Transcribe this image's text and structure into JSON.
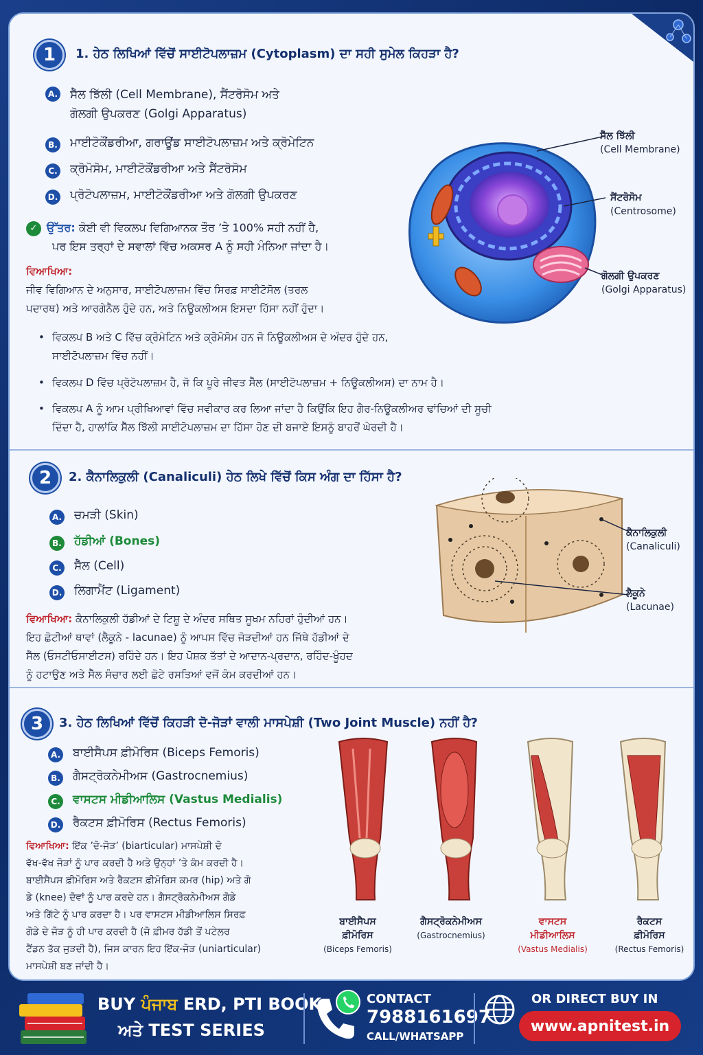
{
  "q1": {
    "num": "1",
    "title": "1. ਹੇਠ ਲਿਖਿਆਂ ਵਿੱਚੋਂ ਸਾਈਟੋਪਲਾਜ਼ਮ (Cytoplasm) ਦਾ ਸਹੀ ਸੁਮੇਲ ਕਿਹੜਾ ਹੈ?",
    "options": [
      {
        "letter": "A.",
        "text1": "ਸੈੱਲ ਝਿੱਲੀ (Cell Membrane), ਸੈਂਟਰੋਸੋਮ ਅਤੇ",
        "text2": "ਗੋਲਗੀ ਉਪਕਰਣ (Golgi Apparatus)"
      },
      {
        "letter": "B.",
        "text1": "ਮਾਈਟੋਕੌਂਡਰੀਆ, ਗਰਾਊਂਡ ਸਾਈਟੋਪਲਾਜ਼ਮ ਅਤੇ ਕ੍ਰੋਮੇਟਿਨ"
      },
      {
        "letter": "C.",
        "text1": "ਕ੍ਰੋਮੋਸੋਮ, ਮਾਈਟੋਕੌਂਡਰੀਆ ਅਤੇ ਸੈਂਟਰੋਸੋਮ"
      },
      {
        "letter": "D.",
        "text1": "ਪ੍ਰੋਟੋਪਲਾਜ਼ਮ, ਮਾਈਟੋਕੌਂਡਰੀਆ ਅਤੇ ਗੋਲਗੀ ਉਪਕਰਣ"
      }
    ],
    "answer_label": "ਉੱਤਰ:",
    "answer_line1": " ਕੋਈ ਵੀ ਵਿਕਲਪ ਵਿਗਿਆਨਕ ਤੌਰ ’ਤੇ 100% ਸਹੀ ਨਹੀਂ ਹੈ,",
    "answer_line2": "ਪਰ ਇਸ ਤਰ੍ਹਾਂ ਦੇ ਸਵਾਲਾਂ ਵਿੱਚ ਅਕਸਰ A ਨੂੰ ਸਹੀ ਮੰਨਿਆ ਜਾਂਦਾ ਹੈ।",
    "explain_head": "ਵਿਆਖਿਆ:",
    "explain_line1": "ਜੀਵ ਵਿਗਿਆਨ ਦੇ ਅਨੁਸਾਰ, ਸਾਈਟੋਪਲਾਜ਼ਮ ਵਿੱਚ ਸਿਰਫ਼ ਸਾਈਟੋਸੋਲ (ਤਰਲ",
    "explain_line2": "ਪਦਾਰਥ) ਅਤੇ ਆਰਗੇਨੈਲ ਹੁੰਦੇ ਹਨ, ਅਤੇ ਨਿਊਕਲੀਅਸ ਇਸਦਾ ਹਿੱਸਾ ਨਹੀਂ ਹੁੰਦਾ।",
    "bullets": [
      {
        "l1": "ਵਿਕਲਪ B ਅਤੇ C ਵਿੱਚ ਕ੍ਰੋਮੇਟਿਨ ਅਤੇ ਕ੍ਰੋਮੋਸੋਮ ਹਨ ਜੋ ਨਿਊਕਲੀਅਸ ਦੇ ਅੰਦਰ ਹੁੰਦੇ ਹਨ,",
        "l2": "ਸਾਈਟੋਪਲਾਜ਼ਮ ਵਿੱਚ ਨਹੀਂ।"
      },
      {
        "l1": "ਵਿਕਲਪ D ਵਿੱਚ ਪ੍ਰੋਟੋਪਲਾਜ਼ਮ ਹੈ, ਜੋ ਕਿ ਪੂਰੇ ਜੀਵਤ ਸੈੱਲ (ਸਾਈਟੋਪਲਾਜ਼ਮ + ਨਿਊਕਲੀਅਸ) ਦਾ ਨਾਮ ਹੈ।",
        "l2": ""
      },
      {
        "l1": "ਵਿਕਲਪ A ਨੂੰ ਆਮ ਪ੍ਰੀਖਿਆਵਾਂ ਵਿੱਚ ਸਵੀਕਾਰ ਕਰ ਲਿਆ ਜਾਂਦਾ ਹੈ ਕਿਉਂਕਿ ਇਹ ਗੈਰ-ਨਿਊਕਲੀਅਰ ਢਾਂਚਿਆਂ ਦੀ ਸੂਚੀ",
        "l2": "ਦਿੰਦਾ ਹੈ, ਹਾਲਾਂਕਿ ਸੈੱਲ ਝਿੱਲੀ ਸਾਈਟੋਪਲਾਜ਼ਮ ਦਾ ਹਿੱਸਾ ਹੋਣ ਦੀ ਬਜਾਏ ਇਸਨੂੰ ਬਾਹਰੋਂ ਘੇਰਦੀ ਹੈ।"
      }
    ],
    "labels": [
      {
        "pa": "ਸੈੱਲ ਝਿੱਲੀ",
        "en": "(Cell Membrane)"
      },
      {
        "pa": "ਸੈਂਟਰੋਸੋਮ",
        "en": "(Centrosome)"
      },
      {
        "pa": "ਗੋਲਗੀ ਉਪਕਰਣ",
        "en": "(Golgi Apparatus)"
      }
    ]
  },
  "q2": {
    "num": "2",
    "title": "2. ਕੈਨਾਲਿਕੁਲੀ (Canaliculi) ਹੇਠ ਲਿਖੇ ਵਿੱਚੋਂ ਕਿਸ ਅੰਗ ਦਾ ਹਿੱਸਾ ਹੈ?",
    "options": [
      {
        "letter": "A.",
        "text": "ਚਮੜੀ (Skin)"
      },
      {
        "letter": "B.",
        "text": "ਹੱਡੀਆਂ (Bones)"
      },
      {
        "letter": "C.",
        "text": "ਸੈੱਲ (Cell)"
      },
      {
        "letter": "D.",
        "text": "ਲਿਗਾਮੈਂਟ (Ligament)"
      }
    ],
    "explain_head": "ਵਿਆਖਿਆ:",
    "explain_line1": " ਕੈਨਾਲਿਕੁਲੀ ਹੱਡੀਆਂ ਦੇ ਟਿਸ਼ੂ ਦੇ ਅੰਦਰ ਸਥਿਤ ਸੂਖਮ ਨਹਿਰਾਂ ਹੁੰਦੀਆਂ ਹਨ।",
    "explain_line2": "ਇਹ ਛੋਟੀਆਂ ਥਾਵਾਂ (ਲੈਕੂਨੇ - lacunae) ਨੂੰ ਆਪਸ ਵਿੱਚ ਜੋੜਦੀਆਂ ਹਨ ਜਿੱਥੇ ਹੱਡੀਆਂ ਦੇ",
    "explain_line3": "ਸੈੱਲ (ਓਸਟੀਓਸਾਈਟਸ) ਰਹਿੰਦੇ ਹਨ। ਇਹ ਪੋਸ਼ਕ ਤੱਤਾਂ ਦੇ ਆਦਾਨ-ਪ੍ਰਦਾਨ, ਰਹਿੰਦ-ਖੂੰਹਦ",
    "explain_line4": "ਨੂੰ ਹਟਾਉਣ ਅਤੇ ਸੈੱਲ ਸੰਚਾਰ ਲਈ ਛੋਟੇ ਰਸਤਿਆਂ ਵਜੋਂ ਕੰਮ ਕਰਦੀਆਂ ਹਨ।",
    "labels": [
      {
        "pa": "ਕੈਨਾਲਿਕੁਲੀ",
        "en": "(Canaliculi)"
      },
      {
        "pa": "ਲੈਕੂਨੇ",
        "en": "(Lacunae)"
      }
    ]
  },
  "q3": {
    "num": "3",
    "title": "3. ਹੇਠ ਲਿਖਿਆਂ ਵਿੱਚੋਂ ਕਿਹੜੀ ਦੋ-ਜੋੜਾਂ ਵਾਲੀ ਮਾਸਪੇਸ਼ੀ (Two Joint Muscle) ਨਹੀਂ ਹੈ?",
    "options": [
      {
        "letter": "A.",
        "text": "ਬਾਈਸੈਪਸ ਫ਼ੀਮੋਰਿਸ (Biceps Femoris)"
      },
      {
        "letter": "B.",
        "text": "ਗੈਸਟ੍ਰੋਕਨੇਮੀਅਸ (Gastrocnemius)"
      },
      {
        "letter": "C.",
        "text": "ਵਾਸਟਸ ਮੀਡੀਆਲਿਸ (Vastus Medialis)"
      },
      {
        "letter": "D.",
        "text": "ਰੈਕਟਸ ਫ਼ੀਮੋਰਿਸ (Rectus Femoris)"
      }
    ],
    "explain_head": "ਵਿਆਖਿਆ:",
    "explain_lines": [
      " ਇੱਕ ’ਦੋ-ਜੋੜ’ (biarticular) ਮਾਸਪੇਸ਼ੀ ਦੋ",
      "ਵੱਖ-ਵੱਖ ਜੋੜਾਂ ਨੂੰ ਪਾਰ ਕਰਦੀ ਹੈ ਅਤੇ ਉਨ੍ਹਾਂ ’ਤੇ ਕੰਮ ਕਰਦੀ ਹੈ।",
      "ਬਾਈਸੈਪਸ ਫ਼ੀਮੋਰਿਸ ਅਤੇ ਰੈਕਟਸ ਫ਼ੀਮੋਰਿਸ ਕਮਰ (hip) ਅਤੇ ਗੋ",
      "ਡੇ (knee) ਦੋਵਾਂ ਨੂੰ ਪਾਰ ਕਰਦੇ ਹਨ। ਗੈਸਟ੍ਰੋਕਨੇਮੀਅਸ ਗੋਡੇ",
      "ਅਤੇ ਗਿੱਟੇ ਨੂੰ ਪਾਰ ਕਰਦਾ ਹੈ। ਪਰ ਵਾਸਟਸ ਮੀਡੀਆਲਿਸ ਸਿਰਫ਼",
      "ਗੋਡੇ ਦੇ ਜੋੜ ਨੂੰ ਹੀ ਪਾਰ ਕਰਦੀ ਹੈ (ਜੋ ਫ਼ੀਮਰ ਹੱਡੀ ਤੋਂ ਪਟੇਲਰ",
      "ਟੈਂਡਨ ਤੱਕ ਜੁੜਦੀ ਹੈ), ਜਿਸ ਕਾਰਨ ਇਹ ਇੱਕ-ਜੋੜ (uniarticular)",
      "ਮਾਸਪੇਸ਼ੀ ਬਣ ਜਾਂਦੀ ਹੈ।"
    ],
    "muscles": [
      {
        "pa1": "ਬਾਈਸੈਪਸ",
        "pa2": "ਫ਼ੀਮੋਰਿਸ",
        "en": "(Biceps Femoris)"
      },
      {
        "pa1": "ਗੈਸਟ੍ਰੋਕਨੇਮੀਅਸ",
        "pa2": "",
        "en": "(Gastrocnemius)"
      },
      {
        "pa1": "ਵਾਸਟਸ",
        "pa2": "ਮੀਡੀਆਲਿਸ",
        "en": "(Vastus Medialis)"
      },
      {
        "pa1": "ਰੈਕਟਸ",
        "pa2": "ਫ਼ੀਮੋਰਿਸ",
        "en": "(Rectus Femoris)"
      }
    ]
  },
  "footer": {
    "buy_prefix": "BUY ",
    "buy_punjab": "ਪੰਜਾਬ",
    "buy_suffix": " ERD, PTI BOOK",
    "buy_line2": "ਅਤੇ TEST SERIES",
    "contact_label": "CONTACT",
    "phone": "7988161697",
    "call_label": "CALL/WHATSAPP",
    "direct_label": "OR DIRECT BUY IN",
    "website": "www.apnitest.in"
  },
  "colors": {
    "primary": "#1d4fa8",
    "correct": "#1d8a3a",
    "explain": "#c0262d",
    "accent": "#d7232b",
    "yellow": "#f3c01c"
  },
  "icons": [
    "book-stack-icon",
    "phone-icon",
    "whatsapp-icon",
    "globe-icon",
    "check-icon"
  ]
}
